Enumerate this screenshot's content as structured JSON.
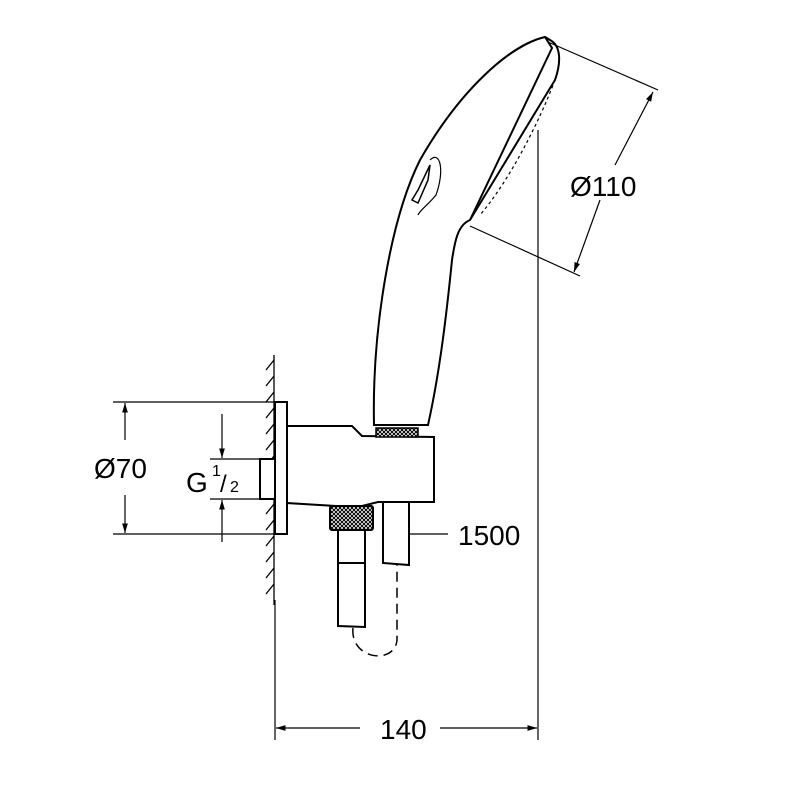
{
  "drawing": {
    "subject": "Wall-mounted shower outlet elbow with hand shower holder, hand shower and hose",
    "line_color": "#000000",
    "background": "#ffffff"
  },
  "dimensions": {
    "head_diameter": {
      "symbol": "Ø",
      "value": "110"
    },
    "flange_diameter": {
      "symbol": "Ø",
      "value": "70"
    },
    "thread": {
      "prefix": "G",
      "num": "1",
      "den": "2"
    },
    "hose_length": {
      "value": "1500"
    },
    "projection": {
      "value": "140"
    }
  }
}
